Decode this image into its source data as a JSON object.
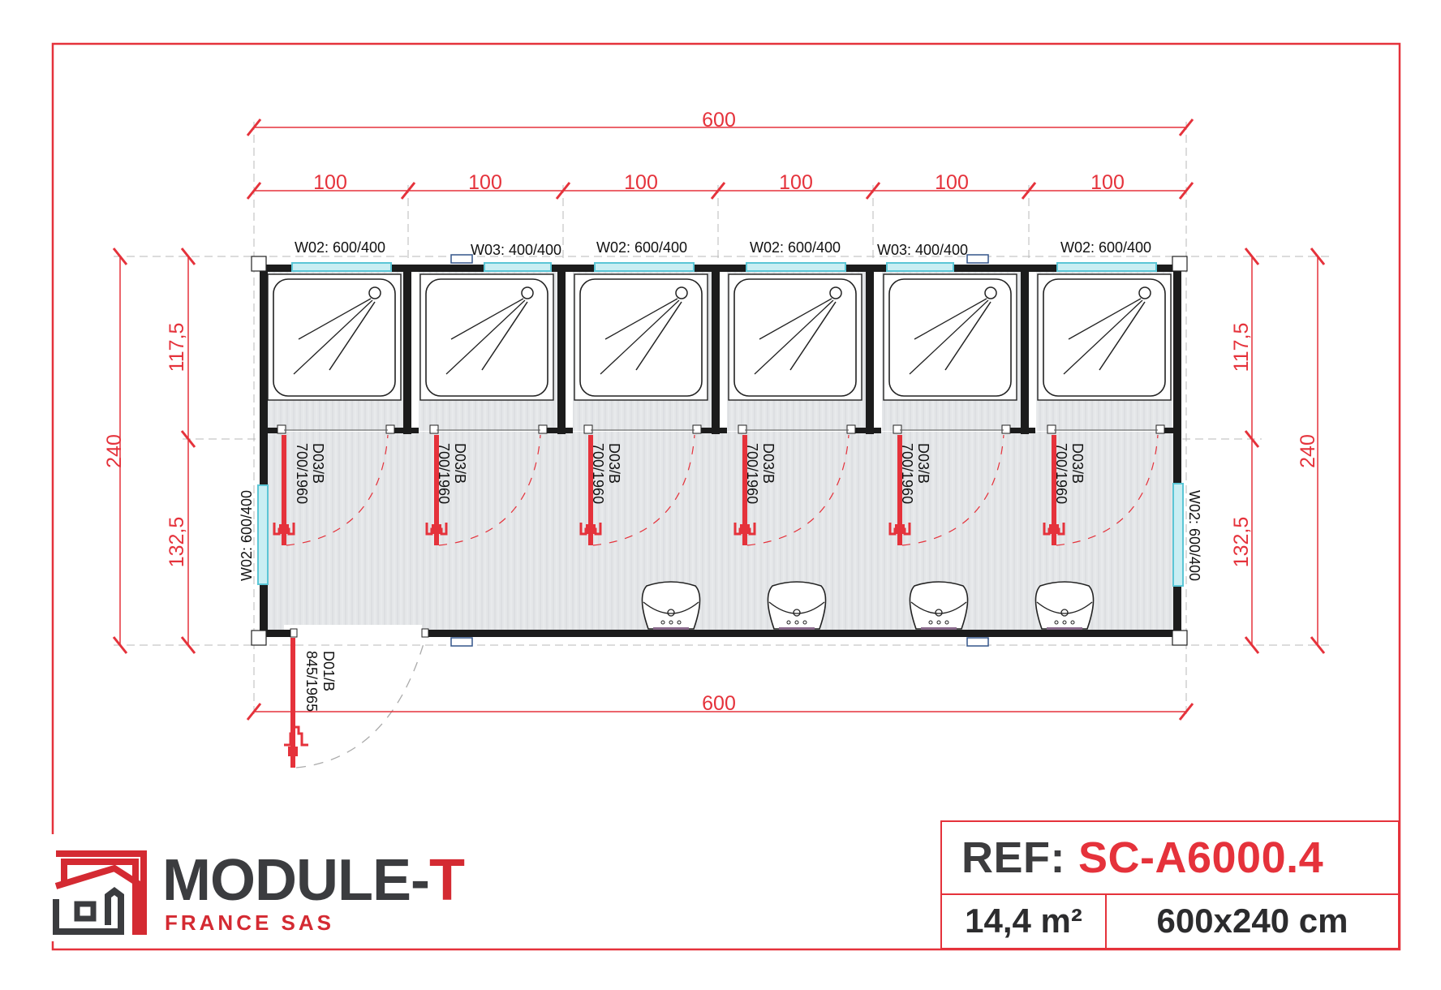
{
  "colors": {
    "frame": "#e5323b",
    "dimension": "#e5323b",
    "wall": "#1c1c1c",
    "window": "#5bc6d6",
    "door": "#e5323b",
    "floor": "#e6e8ea",
    "logo_red": "#d42a32",
    "logo_dark": "#3b3c3f"
  },
  "dimensions": {
    "top_total": "600",
    "top_segments": [
      "100",
      "100",
      "100",
      "100",
      "100",
      "100"
    ],
    "bottom_total": "600",
    "left_total": "240",
    "left_upper": "117,5",
    "left_lower": "132,5",
    "right_total": "240",
    "right_upper": "117,5",
    "right_lower": "132,5"
  },
  "windows": {
    "top": [
      "W02: 600/400",
      "W03: 400/400",
      "W02: 600/400",
      "W02: 600/400",
      "W03: 400/400",
      "W02: 600/400"
    ],
    "left": "W02: 600/400",
    "right": "W02: 600/400"
  },
  "doors": {
    "cubicles": [
      {
        "code": "D03/B",
        "size": "700/1960"
      },
      {
        "code": "D03/B",
        "size": "700/1960"
      },
      {
        "code": "D03/B",
        "size": "700/1960"
      },
      {
        "code": "D03/B",
        "size": "700/1960"
      },
      {
        "code": "D03/B",
        "size": "700/1960"
      },
      {
        "code": "D03/B",
        "size": "700/1960"
      }
    ],
    "entrance": {
      "code": "D01/B",
      "size": "845/1965"
    }
  },
  "fixtures": {
    "shower_count": 6,
    "sink_count": 4
  },
  "title_block": {
    "ref_label": "REF:",
    "ref_value": "SC-A6000.4",
    "area": "14,4 m²",
    "size": "600x240 cm"
  },
  "logo": {
    "name_main": "MODULE-",
    "name_accent": "T",
    "subtitle": "FRANCE SAS"
  }
}
